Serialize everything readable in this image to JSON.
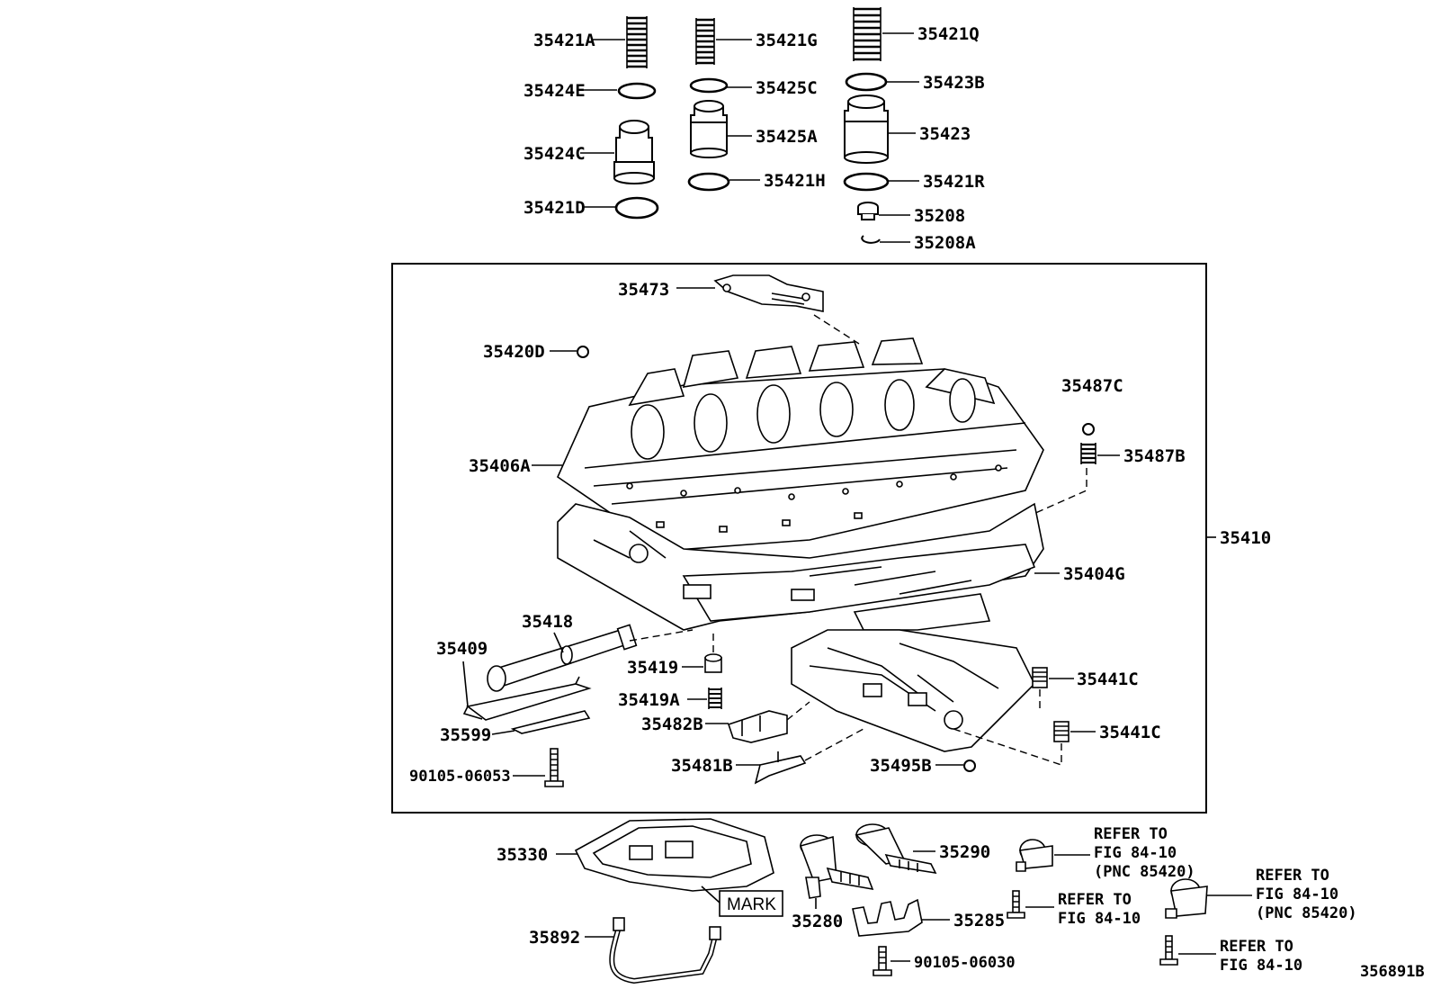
{
  "diagram_id": "356891B",
  "labels": {
    "l35421A": "35421A",
    "l35424E": "35424E",
    "l35424C": "35424C",
    "l35421D": "35421D",
    "l35421G": "35421G",
    "l35425C": "35425C",
    "l35425A": "35425A",
    "l35421H": "35421H",
    "l35421Q": "35421Q",
    "l35423B": "35423B",
    "l35423": "35423",
    "l35421R": "35421R",
    "l35208": "35208",
    "l35208A": "35208A",
    "l35473": "35473",
    "l35420D": "35420D",
    "l35487C": "35487C",
    "l35487B": "35487B",
    "l35406A": "35406A",
    "l35410": "35410",
    "l35404G": "35404G",
    "l35418": "35418",
    "l35409": "35409",
    "l35419": "35419",
    "l35419A": "35419A",
    "l35441C_1": "35441C",
    "l35441C_2": "35441C",
    "l35482B": "35482B",
    "l35599": "35599",
    "l35481B": "35481B",
    "l35495B": "35495B",
    "l90105_06053": "90105-06053",
    "l35330": "35330",
    "l35290": "35290",
    "l35280": "35280",
    "l35285": "35285",
    "l35892": "35892",
    "l90105_06030": "90105-06030",
    "mark": "MARK"
  },
  "refer_notes": {
    "r1_line1": "REFER TO",
    "r1_line2": "FIG 84-10",
    "r1_line3": "(PNC 85420)",
    "r2_line1": "REFER TO",
    "r2_line2": "FIG 84-10",
    "r3_line1": "REFER TO",
    "r3_line2": "FIG 84-10",
    "r3_line3": "(PNC 85420)",
    "r4_line1": "REFER TO",
    "r4_line2": "FIG 84-10"
  }
}
